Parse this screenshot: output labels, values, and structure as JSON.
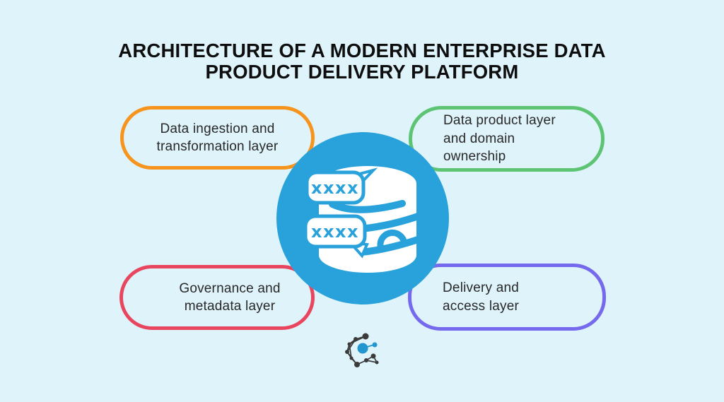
{
  "title": {
    "line1": "ARCHITECTURE OF A MODERN ENTERPRISE DATA",
    "line2": "PRODUCT DELIVERY PLATFORM"
  },
  "boxes": [
    {
      "id": "data-ingestion-and-transformation-layer",
      "lines": [
        "Data ingestion and",
        "transformation layer"
      ],
      "border_color": "#F7941E"
    },
    {
      "id": "data-product-layer-and-domain-ownership",
      "lines": [
        "Data product layer",
        "and domain",
        "ownership"
      ],
      "border_color": "#5CC473"
    },
    {
      "id": "governance-and-metadata-layer",
      "lines": [
        "Governance and",
        "metadata layer"
      ],
      "border_color": "#E8465F"
    },
    {
      "id": "delivery-and-access-layer",
      "lines": [
        "Delivery and",
        "access layer"
      ],
      "border_color": "#7569EE"
    }
  ],
  "center": {
    "icon": "database-with-label-tags-icon",
    "tag_text": "xxxx",
    "circle_color": "#29A2DB",
    "icon_color": "#FFFFFF"
  },
  "logo": {
    "icon": "network-graph-logo",
    "dark_color": "#3B3B3B",
    "accent_color": "#2196CF"
  },
  "background_color": "#DFF3FB"
}
